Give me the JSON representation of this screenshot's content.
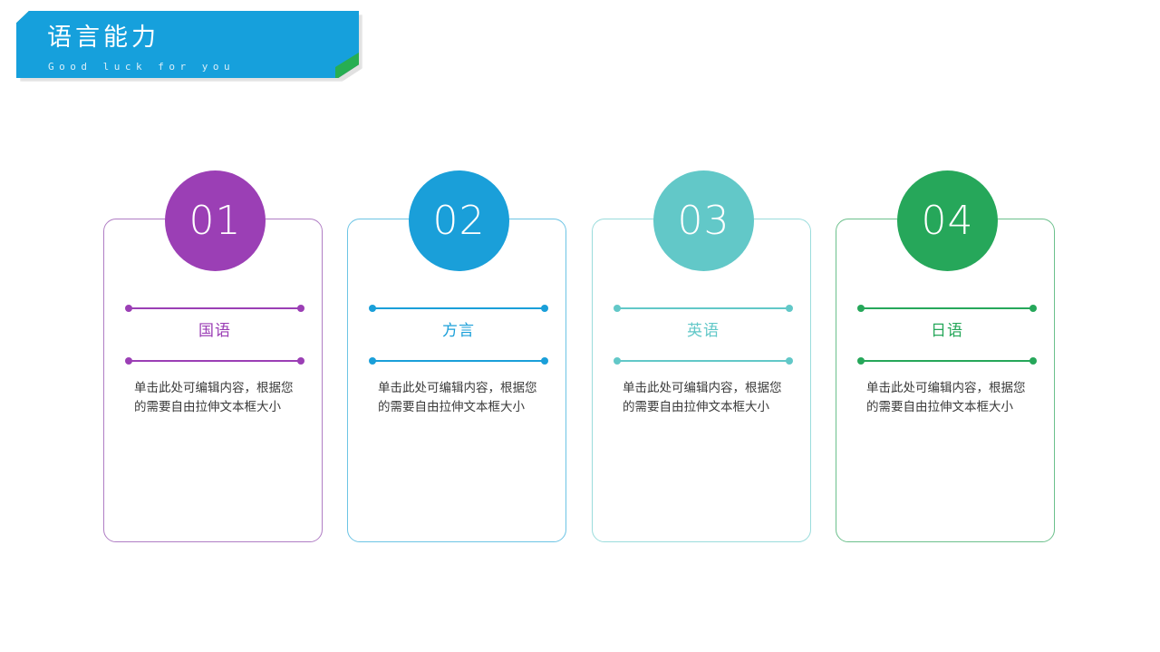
{
  "header": {
    "title": "语言能力",
    "subtitle": "Good luck for you",
    "colors": {
      "blue": "#16a0dc",
      "purple": "#9b3fb5",
      "green": "#27ae52",
      "title_color": "#ffffff",
      "subtitle_color": "#d9eef9"
    }
  },
  "cards": [
    {
      "number": "01",
      "title": "国语",
      "body": "单击此处可编辑内容，根据您的需要自由拉伸文本框大小",
      "color": "#9b3fb5",
      "border_color": "#b07dc4"
    },
    {
      "number": "02",
      "title": "方言",
      "body": "单击此处可编辑内容，根据您的需要自由拉伸文本框大小",
      "color": "#1a9fd9",
      "border_color": "#6cc4e4"
    },
    {
      "number": "03",
      "title": "英语",
      "body": "单击此处可编辑内容，根据您的需要自由拉伸文本框大小",
      "color": "#62c8c8",
      "border_color": "#9adcdc"
    },
    {
      "number": "04",
      "title": "日语",
      "body": "单击此处可编辑内容，根据您的需要自由拉伸文本框大小",
      "color": "#26a75a",
      "border_color": "#6cc08c"
    }
  ]
}
